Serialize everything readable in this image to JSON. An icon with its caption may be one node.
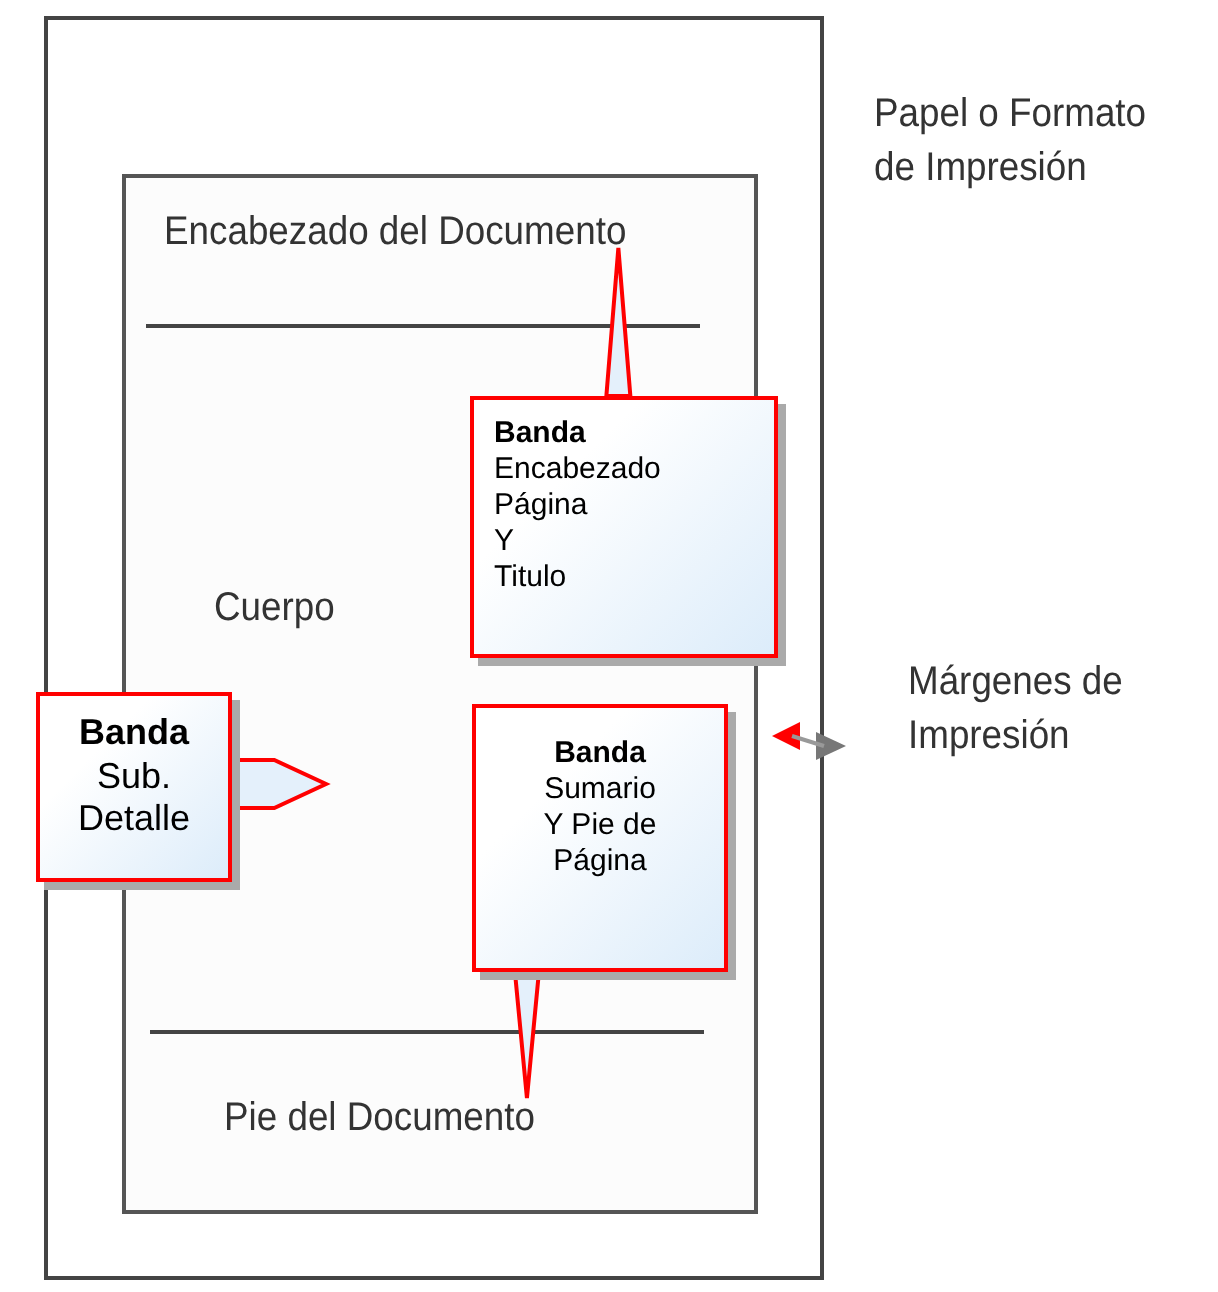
{
  "diagram": {
    "nodes": [
      {
        "text": [
          "Encabezado del Documento"
        ]
      },
      {
        "text": [
          "Banda",
          "Encabezado Página Y Titulo"
        ]
      },
      {
        "text": [
          "Cuerpo"
        ]
      },
      {
        "text": [
          "Banda",
          "Sub. Detalle"
        ]
      },
      {
        "text": [
          "Banda",
          "Sumario Y Pie de Página"
        ]
      },
      {
        "text": [
          "Pie del Documento"
        ]
      }
    ],
    "edges": [
      {
        "from": 1,
        "to": 0,
        "arrow": "none"
      },
      {
        "from": 3,
        "to": null,
        "arrow": "to"
      },
      {
        "from": 4,
        "to": 5,
        "arrow": "none"
      }
    ],
    "labels": [
      "Papel o Formato de Impresión",
      "Márgenes de Impresión"
    ]
  }
}
